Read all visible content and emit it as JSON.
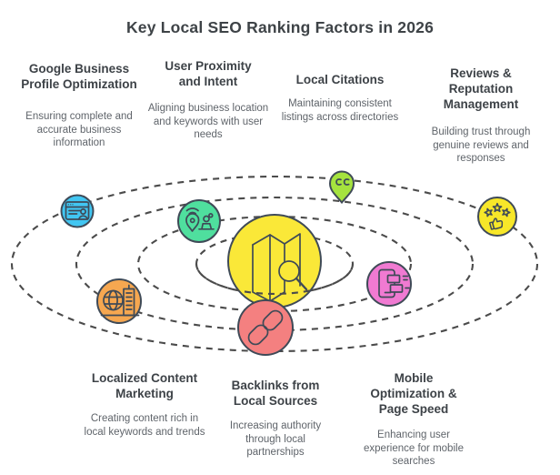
{
  "title": "Key Local SEO Ranking Factors in 2026",
  "factors": {
    "top": [
      {
        "heading": "Google Business Profile Optimization",
        "description": "Ensuring complete and accurate business information",
        "icon": "business-profile-window-icon",
        "color": "#41c6f2"
      },
      {
        "heading": "User Proximity and Intent",
        "description": "Aligning business location and keywords with user needs",
        "icon": "location-pin-signal-icon",
        "color": "#4fdf9e"
      },
      {
        "heading": "Local Citations",
        "description": "Maintaining consistent listings across directories",
        "icon": "citation-pin-icon",
        "color": "#a5e33e"
      },
      {
        "heading": "Reviews & Reputation Management",
        "description": "Building trust through genuine reviews and responses",
        "icon": "stars-thumbs-up-icon",
        "color": "#f7e729"
      }
    ],
    "bottom": [
      {
        "heading": "Localized Content Marketing",
        "description": "Creating content rich in local keywords and trends",
        "icon": "globe-building-icon",
        "color": "#f6a750"
      },
      {
        "heading": "Backlinks from Local Sources",
        "description": "Increasing authority through local partnerships",
        "icon": "chain-link-icon",
        "color": "#f48080"
      },
      {
        "heading": "Mobile Optimization & Page Speed",
        "description": "Enhancing user experience for mobile searches",
        "icon": "smartphone-speed-icon",
        "color": "#f07ad2"
      }
    ]
  },
  "center": {
    "icon": "map-search-icon",
    "color": "#fae838"
  },
  "colors": {
    "title_text": "#3e4347",
    "heading_text": "#3d4247",
    "body_text": "#5f646a",
    "orbit_line": "#4b4b4b",
    "outline": "#3f4a57",
    "background": "#ffffff"
  }
}
